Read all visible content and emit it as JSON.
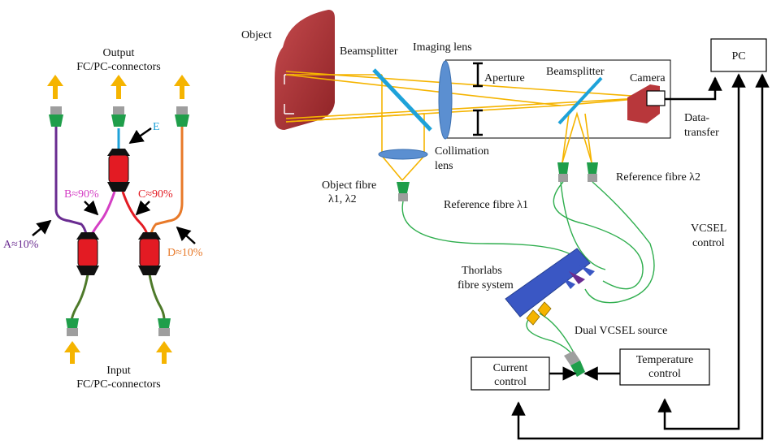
{
  "colors": {
    "arrow_yellow": "#f5b400",
    "fibre_green": "#2fae4e",
    "connector_gray": "#9e9e9e",
    "connector_green": "#1f9e4a",
    "coupler_red": "#e31b23",
    "fibre_purple": "#6a2c91",
    "fibre_magenta": "#d43fc4",
    "fibre_red": "#e31b23",
    "fibre_orange": "#e87a2a",
    "fibre_cyan": "#1ea2d9",
    "fibre_olive": "#4e7a2a",
    "lens_blue": "#5b8fd1",
    "thorlabs_blue": "#3a57c4",
    "object_red": "#b8373b"
  },
  "coupler": {
    "output_title": "Output",
    "output_subtitle": "FC/PC-connectors",
    "input_title": "Input",
    "input_subtitle": "FC/PC-connectors",
    "label_e": "E",
    "label_b": "B≈90%",
    "label_c": "C≈90%",
    "label_a": "A≈10%",
    "label_d": "D≈10%"
  },
  "setup": {
    "object": "Object",
    "beamsplitter_left": "Beamsplitter",
    "imaging_lens": "Imaging lens",
    "aperture": "Aperture",
    "beamsplitter_right": "Beamsplitter",
    "camera": "Camera",
    "pc": "PC",
    "data_transfer_1": "Data-",
    "data_transfer_2": "transfer",
    "collimation_1": "Collimation",
    "collimation_2": "lens",
    "object_fibre_1": "Object fibre",
    "object_fibre_2": "λ1, λ2",
    "reference_fibre_1": "Reference fibre λ1",
    "reference_fibre_2": "Reference fibre λ2",
    "vcsel_control_1": "VCSEL",
    "vcsel_control_2": "control",
    "thorlabs_1": "Thorlabs",
    "thorlabs_2": "fibre system",
    "dual_vcsel": "Dual VCSEL source",
    "current_control_1": "Current",
    "current_control_2": "control",
    "temperature_control_1": "Temperature",
    "temperature_control_2": "control"
  }
}
